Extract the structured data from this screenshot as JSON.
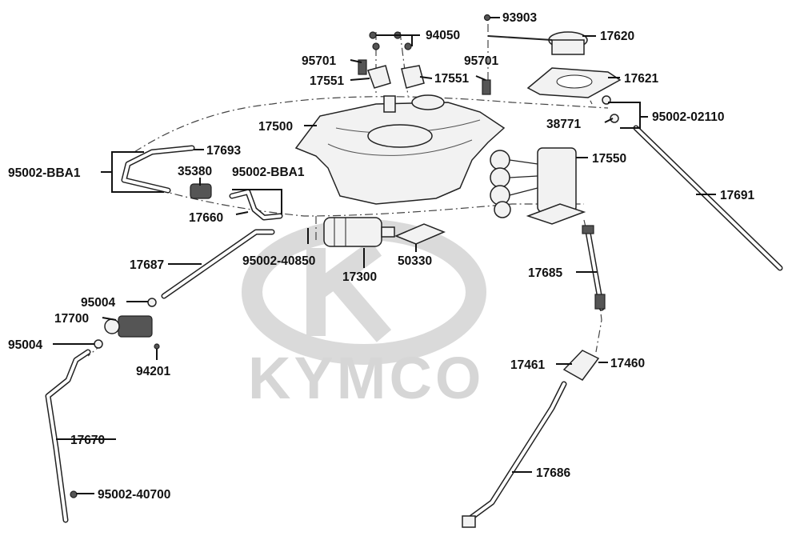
{
  "watermark": {
    "brand": "KYMCO",
    "color": "#d6d6d6"
  },
  "colors": {
    "ink": "#111111",
    "part_fill": "#f2f2f2",
    "background": "#ffffff"
  },
  "parts": [
    {
      "id": "93903",
      "label": "93903"
    },
    {
      "id": "94050",
      "label": "94050"
    },
    {
      "id": "17620",
      "label": "17620"
    },
    {
      "id": "95701-a",
      "label": "95701"
    },
    {
      "id": "95701-b",
      "label": "95701"
    },
    {
      "id": "17551-a",
      "label": "17551"
    },
    {
      "id": "17551-b",
      "label": "17551"
    },
    {
      "id": "17621",
      "label": "17621"
    },
    {
      "id": "95002-02110",
      "label": "95002-02110"
    },
    {
      "id": "38771",
      "label": "38771"
    },
    {
      "id": "17500",
      "label": "17500"
    },
    {
      "id": "17693",
      "label": "17693"
    },
    {
      "id": "17550",
      "label": "17550"
    },
    {
      "id": "35380",
      "label": "35380"
    },
    {
      "id": "95002-BBA1-a",
      "label": "95002-BBA1"
    },
    {
      "id": "95002-BBA1-b",
      "label": "95002-BBA1"
    },
    {
      "id": "17691",
      "label": "17691"
    },
    {
      "id": "17660",
      "label": "17660"
    },
    {
      "id": "17687",
      "label": "17687"
    },
    {
      "id": "95002-40850",
      "label": "95002-40850"
    },
    {
      "id": "17300",
      "label": "17300"
    },
    {
      "id": "50330",
      "label": "50330"
    },
    {
      "id": "17685",
      "label": "17685"
    },
    {
      "id": "95004-a",
      "label": "95004"
    },
    {
      "id": "17700",
      "label": "17700"
    },
    {
      "id": "95004-b",
      "label": "95004"
    },
    {
      "id": "94201",
      "label": "94201"
    },
    {
      "id": "17461",
      "label": "17461"
    },
    {
      "id": "17460",
      "label": "17460"
    },
    {
      "id": "17670",
      "label": "17670"
    },
    {
      "id": "17686",
      "label": "17686"
    },
    {
      "id": "95002-40700",
      "label": "95002-40700"
    }
  ]
}
